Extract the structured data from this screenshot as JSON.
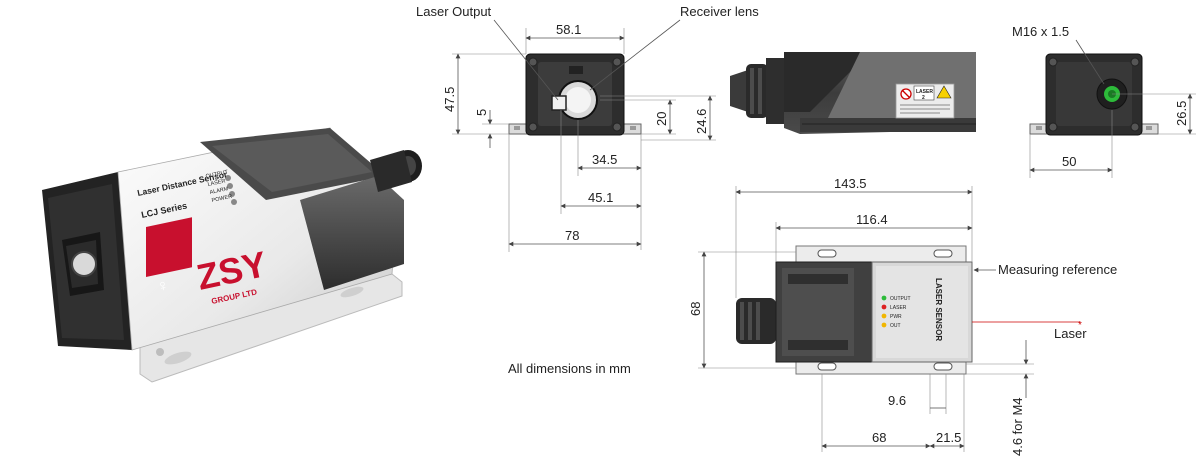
{
  "product": {
    "brand": "ZSY",
    "brand_sub": "GROUP LTD",
    "panel_title": "Laser Distance Sensor",
    "series": "LCJ Series",
    "indicators": [
      "OUTPUT",
      "LASER",
      "ALARM",
      "POWER"
    ]
  },
  "callouts": {
    "laser_output": "Laser Output",
    "receiver_lens": "Receiver lens",
    "thread": "M16 x 1.5",
    "measuring_reference": "Measuring reference",
    "laser": "Laser",
    "note": "All dimensions in mm"
  },
  "dimensions": {
    "front_width": "58.1",
    "front_height": "47.5",
    "front_small": "5",
    "front_20": "20",
    "front_24_6": "24.6",
    "front_34_5": "34.5",
    "front_45_1": "45.1",
    "front_78": "78",
    "back_26_5": "26.5",
    "back_50": "50",
    "top_143_5": "143.5",
    "top_116_4": "116.4",
    "top_68_v": "68",
    "top_9_6": "9.6",
    "top_68_h": "68",
    "top_21_5": "21.5",
    "top_m4": "4.6 for M4"
  },
  "side_label": {
    "laser": "LASER",
    "class": "2"
  },
  "top_panel": {
    "title": "LASER SENSOR",
    "leds": [
      "OUTPUT",
      "LASER",
      "PWR",
      "OUT"
    ]
  }
}
